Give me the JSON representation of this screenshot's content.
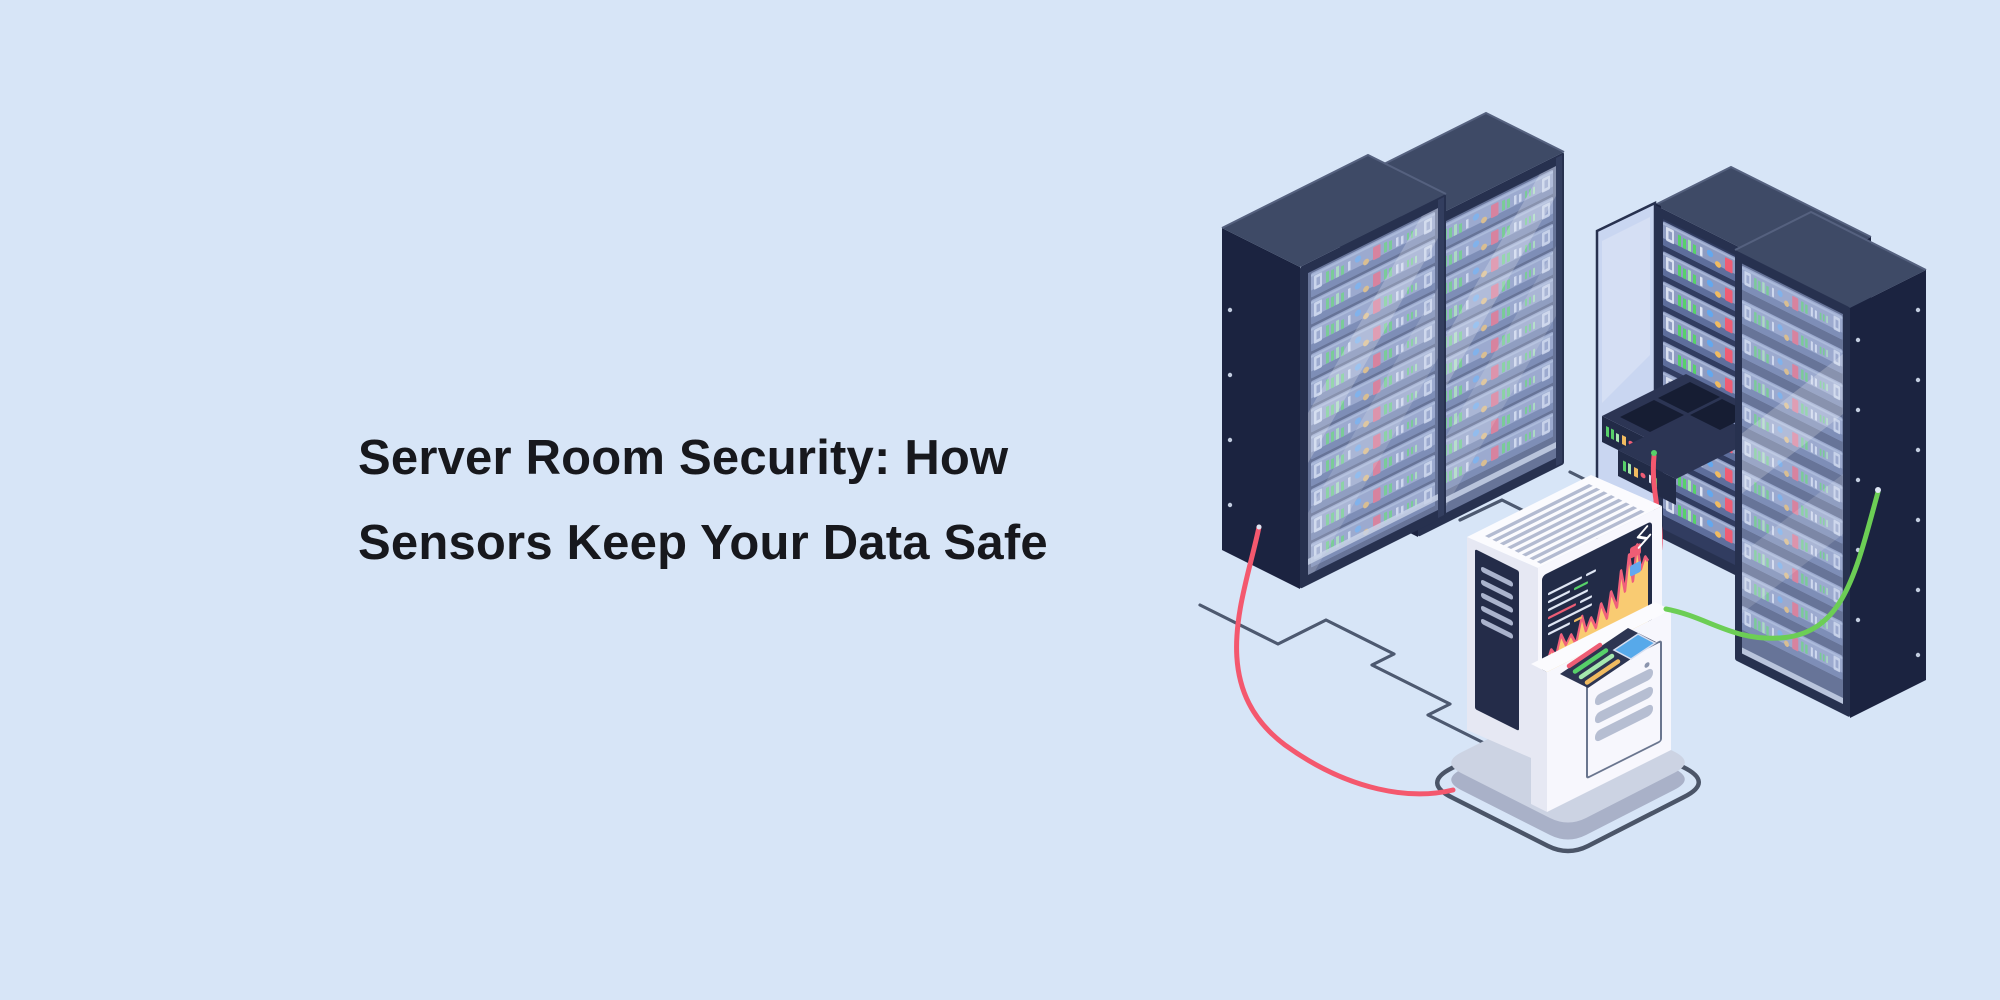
{
  "hero": {
    "title_line1": "Server Room Security: How",
    "title_line2": "Sensors Keep Your Data Safe"
  },
  "illustration": {
    "alt": "Isometric server room: four dark server racks with LED server rows, an open rack with pulled-out trays, a white monitoring kiosk showing an amber area chart, red and green cables, gray floor network lines"
  },
  "colors": {
    "bg": "#d7e5f7",
    "title": "#17181d",
    "rack-side": "#1b2340",
    "rack-top": "#3e4a66",
    "rack-frame": "#27314f",
    "rack-edge": "#333e5f",
    "rack-interior": "#39456a",
    "rack3-interior": "#313c60",
    "row-base": "#8e9cc2",
    "row-high": "#a9b6d6",
    "row-dark": "#5e6e9c",
    "led-green": "#57d169",
    "led-green-light": "#a6e8ae",
    "led-red": "#ee5d75",
    "led-yellow": "#f1bb60",
    "led-blue": "#63a8ef",
    "led-white": "#dfe6f4",
    "glass-tint": "#b3c2e6",
    "glass-strip": "#c8d2e8",
    "door": "#c9d6f1",
    "tray": "#2c3554",
    "tray-bay": "#161d33",
    "tray-face": "#222b47",
    "kiosk-left": "#e6e8f3",
    "kiosk-front": "#f7f7fd",
    "kiosk-top": "#fbfbfe",
    "kiosk-slat": "#b3bbd1",
    "kiosk-panel": "#242c49",
    "panel-slat": "#aab3cd",
    "screen": "#222b47",
    "chart-fill": "#f9cb72",
    "chart-stroke": "#f0607b",
    "console": "#2d3552",
    "console-blue": "#57a9ea",
    "drawer-line": "#6a768f",
    "drawer-bar": "#b6bed2",
    "platform-top": "#ccd3e3",
    "platform-side": "#a9b1c8",
    "ring": "#4b5568",
    "floor-line": "#4d5970",
    "cable-red": "#f4586e",
    "cable-green": "#6cce55",
    "rivet": "#c3cde0"
  }
}
